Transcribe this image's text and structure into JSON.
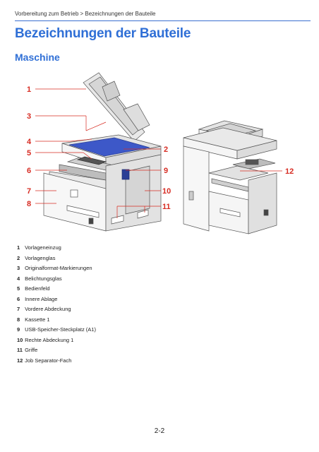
{
  "header": {
    "breadcrumb": "Vorbereitung zum Betrieb > Bezeichnungen der Bauteile"
  },
  "title": "Bezeichnungen der Bauteile",
  "section": "Maschine",
  "callouts": [
    "1",
    "2",
    "3",
    "4",
    "5",
    "6",
    "7",
    "8",
    "9",
    "10",
    "11",
    "12"
  ],
  "legend": [
    {
      "num": "1",
      "label": "Vorlageneinzug"
    },
    {
      "num": "2",
      "label": "Vorlagenglas"
    },
    {
      "num": "3",
      "label": "Originalformat-Markierungen"
    },
    {
      "num": "4",
      "label": "Belichtungsglas"
    },
    {
      "num": "5",
      "label": "Bedienfeld"
    },
    {
      "num": "6",
      "label": "Innere Ablage"
    },
    {
      "num": "7",
      "label": "Vordere Abdeckung"
    },
    {
      "num": "8",
      "label": "Kassette 1"
    },
    {
      "num": "9",
      "label": "USB-Speicher-Steckplatz (A1)"
    },
    {
      "num": "10",
      "label": "Rechte Abdeckung 1"
    },
    {
      "num": "11",
      "label": "Griffe"
    },
    {
      "num": "12",
      "label": "Job Separator-Fach"
    }
  ],
  "footer": {
    "page_number": "2-2"
  },
  "colors": {
    "heading": "#2f6fd6",
    "callout": "#d72c23",
    "glass": "#3d58c8"
  }
}
